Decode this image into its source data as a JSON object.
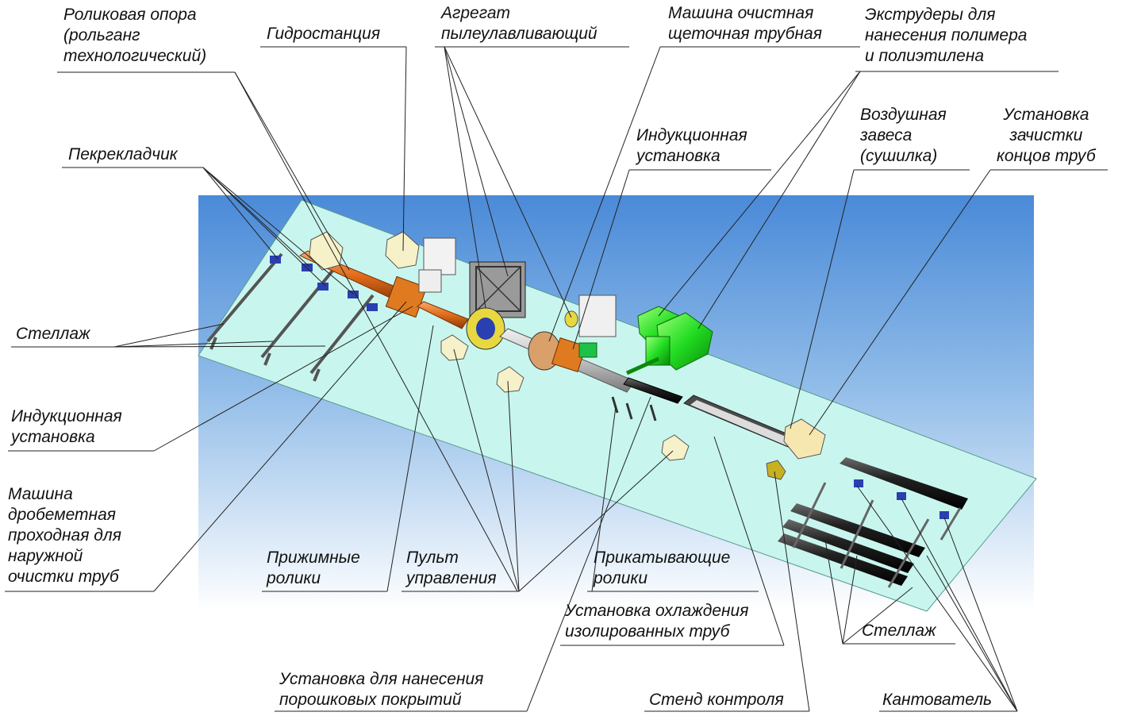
{
  "labels": {
    "roller_support": [
      "Роликовая опора",
      "(рольганг",
      "технологический)"
    ],
    "hydrostation": [
      "Гидростанция"
    ],
    "dust_unit": [
      "Агрегат",
      "пылеулавливающий"
    ],
    "brush_machine": [
      "Машина очистная",
      "щеточная трубная"
    ],
    "extruders": [
      "Экструдеры для",
      "нанесения полимера",
      "и полиэтилена"
    ],
    "transfer": [
      "Пекрекладчик"
    ],
    "induction_top": [
      "Индукционная",
      "установка"
    ],
    "air_curtain": [
      "Воздушная",
      "завеса",
      "(сушилка)"
    ],
    "end_cleaning": [
      "Установка",
      "зачистки",
      "концов труб"
    ],
    "rack_left": [
      "Стеллаж"
    ],
    "induction_left": [
      "Индукционная",
      "установка"
    ],
    "shot_blast": [
      "Машина",
      "дробеметная",
      "проходная для",
      "наружной",
      "очистки труб"
    ],
    "pinch_rollers": [
      "Прижимные",
      "ролики"
    ],
    "control_panel": [
      "Пульт",
      "управления"
    ],
    "rolling_rollers": [
      "Прикатывающие",
      "ролики"
    ],
    "cooling_unit": [
      "Установка охлаждения",
      "изолированных труб"
    ],
    "rack_right": [
      "Стеллаж"
    ],
    "powder_unit": [
      "Установка для нанесения",
      "порошковых покрытий"
    ],
    "control_stand": [
      "Стенд контроля"
    ],
    "tilter": [
      "Кантователь"
    ]
  },
  "colors": {
    "sky_top": "#4a8ad8",
    "sky_bottom": "#ffffff",
    "floor": "#c8f6ee",
    "pipe_orange": "#e06a1a",
    "dryer_green": "#22dd22",
    "machine_yellow": "#e8d840",
    "pipe_grey": "#c9c9c9",
    "pipe_dark": "#333333",
    "leader": "#222222"
  }
}
